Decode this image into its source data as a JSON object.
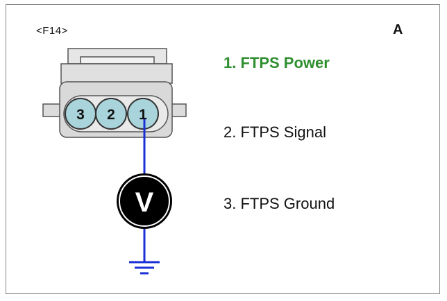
{
  "connector": {
    "label": "<F14>",
    "view": "A"
  },
  "pins": [
    "3",
    "2",
    "1"
  ],
  "meter": {
    "symbol": "V"
  },
  "legend": [
    {
      "text": "1. FTPS Power",
      "color": "#2f8f2f",
      "highlighted": true
    },
    {
      "text": "2. FTPS Signal",
      "color": "#111111",
      "highlighted": false
    },
    {
      "text": "3. FTPS Ground",
      "color": "#111111",
      "highlighted": false
    }
  ],
  "colors": {
    "probe_wire": "#1a2fd6",
    "pin_fill": "#a9d4dc",
    "connector_fill": "#e4e4e4"
  }
}
